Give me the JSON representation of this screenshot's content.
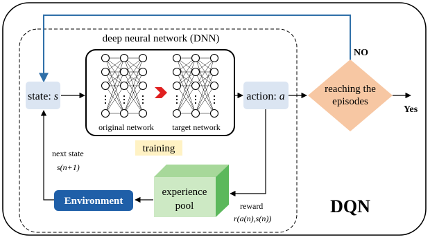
{
  "dnn_title": "deep neural network (DNN)",
  "state": {
    "label": "state: ",
    "var": "s"
  },
  "action": {
    "label": "action: ",
    "var": "a"
  },
  "decision": {
    "line1": "reaching the",
    "line2": "episodes"
  },
  "no_label": "NO",
  "yes_label": "Yes",
  "original_network_label": "original network",
  "target_network_label": "target network",
  "training_label": "training",
  "next_state": {
    "label": "next state",
    "expr": "s(n+1)"
  },
  "environment_label": "Environment",
  "experience_pool": {
    "line1": "experience",
    "line2": "pool"
  },
  "reward": {
    "label": "reward",
    "expr": "r(a(n),s(n))"
  },
  "dqn_label": "DQN",
  "colors": {
    "feedback_arrow": "#2f6fa8",
    "node_box": "#dbe5f2",
    "decision_fill": "#f7c7a3",
    "training_bg": "#fff2c4",
    "environment_fill": "#1f5fa8",
    "pool_front": "#cde9c4",
    "pool_side": "#5cb85c",
    "transfer_arrow": "#e02020"
  }
}
